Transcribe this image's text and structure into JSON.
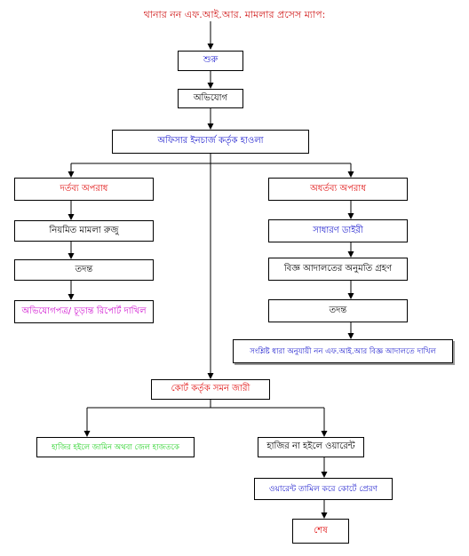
{
  "title": "থানার নন এফ.আই.আর. মামলার প্রসেস ম্যাপ:",
  "nodes": {
    "start": "শুরু",
    "complaint": "অভিযোগ",
    "oc_handling": "অফিসার ইনচার্জ কর্তৃক হাওলা",
    "cognizable": "দর্তব্য অপরাধ",
    "non_cognizable": "অধর্তব্য অপরাধ",
    "regular_case": "নিয়মিত মামলা রুজু",
    "general_diary": "সাধারণ ডাইরী",
    "investigation_left": "তদন্ত",
    "court_permission": "বিজ্ঞ আদালতের অনুমতি গ্রহণ",
    "charge_sheet": "অভিযোগপত্র/ চূড়ান্ত রিপোর্ট দাখিল",
    "investigation_right": "তদন্ত",
    "non_fir_submit": "সংশ্লিষ্ট ধারা অনুযায়ী নন এফ.আই.আর বিজ্ঞ আদালতে দাখিল",
    "summons": "কোর্ট কর্তৃক সমন জারী",
    "appear_bail": "হাজির হইলে জামিন অথবা জেল হাজতকে",
    "no_appear_warrant": "হাজির না হইলে ওয়ারেন্ট",
    "warrant_court": "ওয়ারেন্ট তামিল করে কোর্টে প্রেরণ",
    "end": "শেষ"
  }
}
